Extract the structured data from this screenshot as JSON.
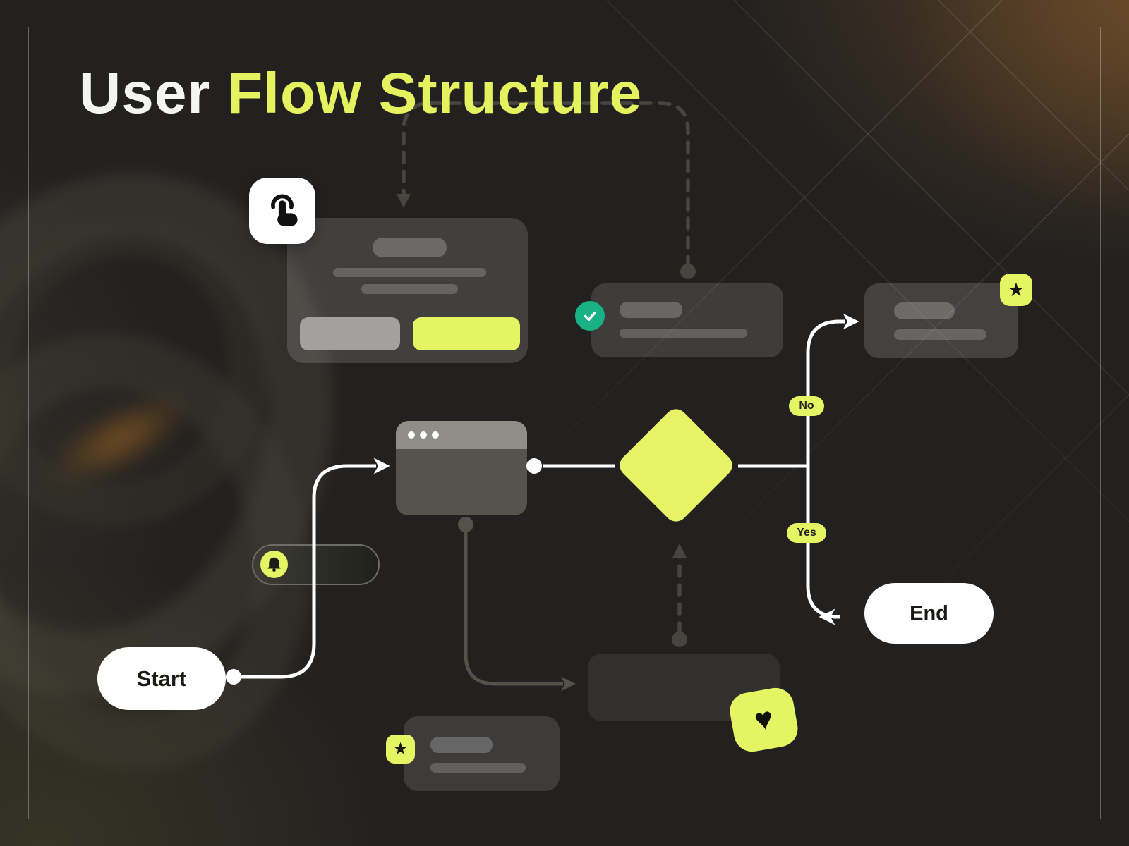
{
  "title": {
    "part1": "User ",
    "part2": "Flow Structure"
  },
  "flow": {
    "start_label": "Start",
    "end_label": "End",
    "no_label": "No",
    "yes_label": "Yes"
  },
  "icons": {
    "star_glyph": "★",
    "heart_glyph": "♥",
    "tap": "tap-gesture-icon",
    "bell": "bell-icon",
    "check": "check-icon"
  },
  "colors": {
    "accent_lime": "#e4f463",
    "check_green": "#18b286",
    "background": "#232120",
    "node_white": "#ffffff"
  }
}
